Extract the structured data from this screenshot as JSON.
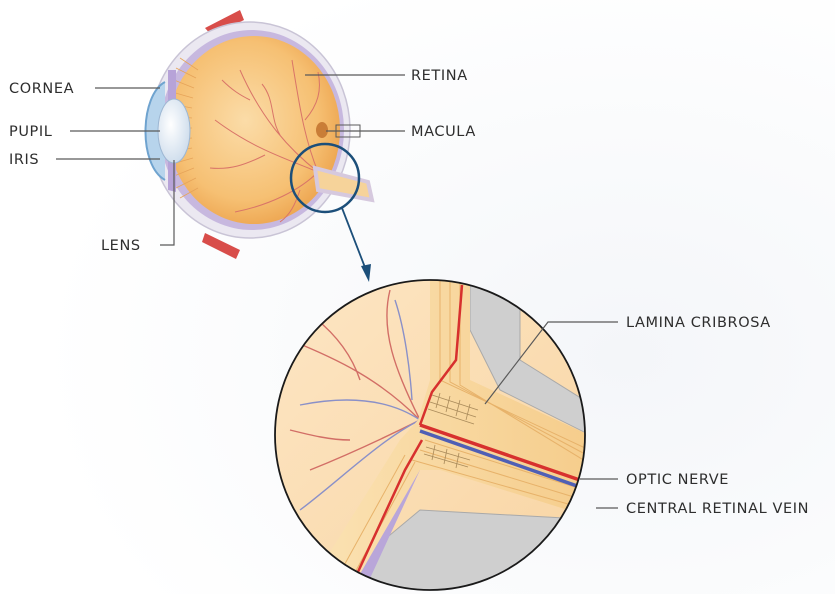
{
  "diagram": {
    "labels": {
      "cornea": "CORNEA",
      "pupil": "PUPIL",
      "iris": "IRIS",
      "lens": "LENS",
      "retina": "RETINA",
      "macula": "MACULA",
      "lamina_cribrosa": "LAMINA CRIBROSA",
      "optic_nerve": "OPTIC NERVE",
      "central_retinal_vein": "CENTRAL RETINAL VEIN"
    },
    "colors": {
      "eyeball_fill": "#f6bf73",
      "eyeball_edge": "#e9a14d",
      "sclera": "#e9e6ef",
      "choroid": "#b9a7d6",
      "iris": "#b9a6d9",
      "lens": "#e4edf6",
      "cornea": "#9fc4e4",
      "muscle": "#d84d4a",
      "vessel": "#d96e6a",
      "nerve_fill": "#f8d9a4",
      "nerve_stripe": "#e8b46a",
      "dura": "#cfcfcf",
      "artery": "#d7302e",
      "vein": "#4f5fb5",
      "magnifier_ring": "#1c4f7a",
      "arrow": "#1c4f7a"
    }
  }
}
